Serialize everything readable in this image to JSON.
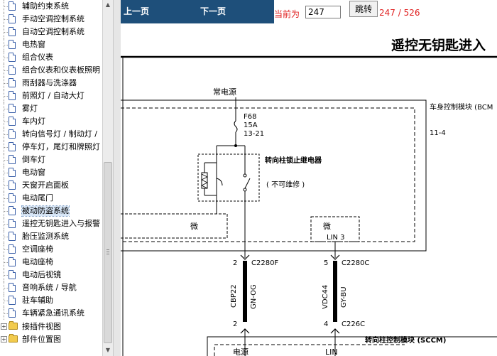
{
  "tree": {
    "items": [
      {
        "label": "辅助约束系统"
      },
      {
        "label": "手动空调控制系统"
      },
      {
        "label": "自动空调控制系统"
      },
      {
        "label": "电热窗"
      },
      {
        "label": "组合仪表"
      },
      {
        "label": "组合仪表和仪表板照明"
      },
      {
        "label": "雨刮器与洗涤器"
      },
      {
        "label": "前照灯 / 自动大灯"
      },
      {
        "label": "雾灯"
      },
      {
        "label": "车内灯"
      },
      {
        "label": "转向信号灯 / 制动灯 / "
      },
      {
        "label": "停车灯，尾灯和牌照灯"
      },
      {
        "label": "倒车灯"
      },
      {
        "label": "电动窗"
      },
      {
        "label": "天窗开启面板"
      },
      {
        "label": "电动尾门"
      },
      {
        "label": "被动防盗系统",
        "selected": true
      },
      {
        "label": "遥控无钥匙进入与报警"
      },
      {
        "label": "胎压监测系统"
      },
      {
        "label": "空调座椅"
      },
      {
        "label": "电动座椅"
      },
      {
        "label": "电动后视镜"
      },
      {
        "label": "音响系统 / 导航"
      },
      {
        "label": "驻车辅助"
      },
      {
        "label": "车辆紧急通讯系统"
      }
    ],
    "folders": [
      {
        "label": "接插件视图"
      },
      {
        "label": "部件位置图"
      }
    ]
  },
  "nav": {
    "prev_label": "上一页",
    "next_label": "下一页",
    "current_label": "当前为",
    "current_page": "247",
    "jump_label": "跳转",
    "page_count": "247 / 526"
  },
  "diagram": {
    "title": "遥控无钥匙进入",
    "power_label": "常电源",
    "fuse_name": "F68",
    "fuse_rating": "15A",
    "fuse_ref": "13-21",
    "bcm_label": "车身控制模块 (BCM",
    "bcm_ref": "11-4",
    "relay_label": "转向柱锁止继电器",
    "relay_note": "( 不可维修 )",
    "micro_left": "微",
    "micro_right": "微",
    "lin3": "LIN 3",
    "conn_left_pin": "2",
    "conn_left_name": "C2280F",
    "conn_right_pin": "5",
    "conn_right_name": "C2280C",
    "wire_left_circuit": "CBP22",
    "wire_left_color": "GN-OG",
    "wire_right_circuit": "VDC44",
    "wire_right_color": "GY-BU",
    "lower_left_pin": "2",
    "lower_right_pin": "4",
    "lower_right_name": "C226C",
    "sccm_label": "转向柱控制模块 (SCCM)",
    "sccm_power": "电源",
    "sccm_lin": "LIN"
  }
}
